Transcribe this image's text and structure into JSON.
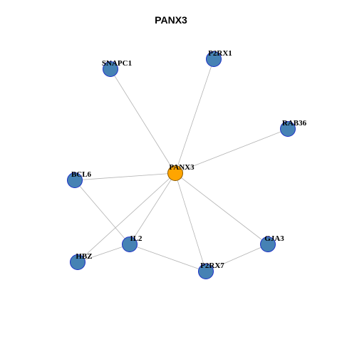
{
  "title": "PANX3",
  "colors": {
    "hub_fill": "#ffa500",
    "hub_stroke": "#8b5a00",
    "node_fill": "#4682b4",
    "node_stroke": "#1c2fc7",
    "edge": "#b3b3b3"
  },
  "graph": {
    "nodes": [
      {
        "id": "PANX3",
        "label": "PANX3",
        "hub": true
      },
      {
        "id": "SNAPC1",
        "label": "SNAPC1"
      },
      {
        "id": "P2RX1",
        "label": "P2RX1"
      },
      {
        "id": "RAB36",
        "label": "RAB36"
      },
      {
        "id": "BCL6",
        "label": "BCL6"
      },
      {
        "id": "IL2",
        "label": "IL2"
      },
      {
        "id": "HBZ",
        "label": "HBZ"
      },
      {
        "id": "P2RX7",
        "label": "P2RX7"
      },
      {
        "id": "GJA3",
        "label": "GJA3"
      }
    ],
    "edges": [
      [
        "PANX3",
        "SNAPC1"
      ],
      [
        "PANX3",
        "P2RX1"
      ],
      [
        "PANX3",
        "RAB36"
      ],
      [
        "PANX3",
        "BCL6"
      ],
      [
        "PANX3",
        "IL2"
      ],
      [
        "PANX3",
        "HBZ"
      ],
      [
        "PANX3",
        "P2RX7"
      ],
      [
        "PANX3",
        "GJA3"
      ],
      [
        "BCL6",
        "IL2"
      ],
      [
        "IL2",
        "HBZ"
      ],
      [
        "IL2",
        "P2RX7"
      ],
      [
        "P2RX7",
        "GJA3"
      ]
    ]
  }
}
